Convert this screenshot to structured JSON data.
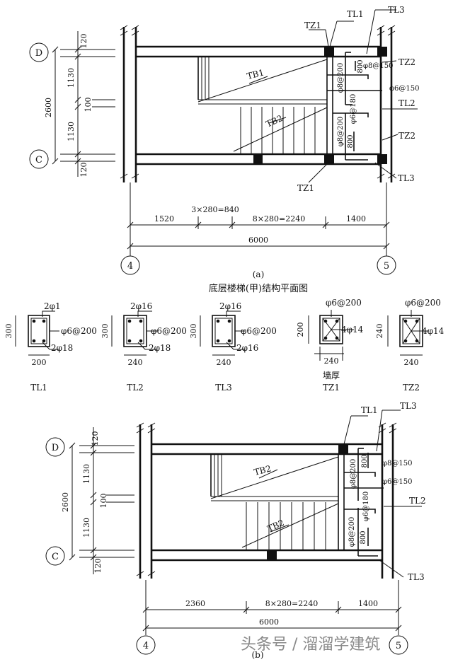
{
  "plan_a": {
    "axis_D": "D",
    "axis_C": "C",
    "axis_4": "4",
    "axis_5": "5",
    "dim_left_total": "2600",
    "dim_left": [
      "120",
      "1130",
      "100",
      "1130",
      "120"
    ],
    "dim_bottom_row1": [
      "1520",
      "3×280=840",
      "8×280=2240",
      "1400"
    ],
    "dim_bottom_total": "6000",
    "labels": {
      "tl1": "TL1",
      "tl3_top": "TL3",
      "tz1_top": "TZ1",
      "tz2_top": "TZ2",
      "tl2": "TL2",
      "tz2_bot": "TZ2",
      "tl3_bot": "TL3",
      "tz1_bot": "TZ1",
      "tb1": "TB1",
      "tb2": "TB2"
    },
    "rebar": {
      "p8_150": "φ8@150",
      "p6_150": "φ6@150",
      "p8_200_top": "φ8@200",
      "p6_180": "φ6@180",
      "p8_200_bot": "φ8@200",
      "d800_top": "800",
      "d800_bot": "800"
    },
    "caption": "(a)",
    "title": "底层楼梯(甲)结构平面图"
  },
  "sections": [
    {
      "name": "TL1",
      "top": "2φ1",
      "stirrup": "φ6@200",
      "bottom": "2φ18",
      "h": "300",
      "w": "200"
    },
    {
      "name": "TL2",
      "top": "2φ16",
      "stirrup": "φ6@200",
      "bottom": "2φ18",
      "h": "300",
      "w": "240"
    },
    {
      "name": "TL3",
      "top": "2φ16",
      "stirrup": "φ6@200",
      "bottom": "2φ16",
      "h": "300",
      "w": "240"
    },
    {
      "name": "TZ1",
      "top": "φ6@200",
      "side": "4φ14",
      "h": "200",
      "w": "240",
      "note": "墙厚"
    },
    {
      "name": "TZ2",
      "top": "φ6@200",
      "side": "4φ14",
      "h": "240",
      "w": "240"
    }
  ],
  "plan_b": {
    "axis_D": "D",
    "axis_C": "C",
    "axis_4": "4",
    "axis_5": "5",
    "dim_left_total": "2600",
    "dim_left": [
      "120",
      "1130",
      "100",
      "1130",
      "120"
    ],
    "dim_bottom_row1": [
      "2360",
      "8×280=2240",
      "1400"
    ],
    "dim_bottom_total": "6000",
    "labels": {
      "tl1": "TL1",
      "tl3_top": "TL3",
      "tl2": "TL2",
      "tl3_bot": "TL3",
      "tb2_top": "TB2",
      "tb2_bot": "TB2"
    },
    "rebar": {
      "d800_top": "800",
      "p8_150": "φ8@150",
      "p6_150": "φ6@150",
      "p8_200_top": "φ8@200",
      "p6_180": "φ6@180",
      "p8_200_bot": "φ8@200",
      "d800_bot": "800"
    },
    "caption": "(b)"
  },
  "watermark": "头条号 / 溜溜学建筑"
}
